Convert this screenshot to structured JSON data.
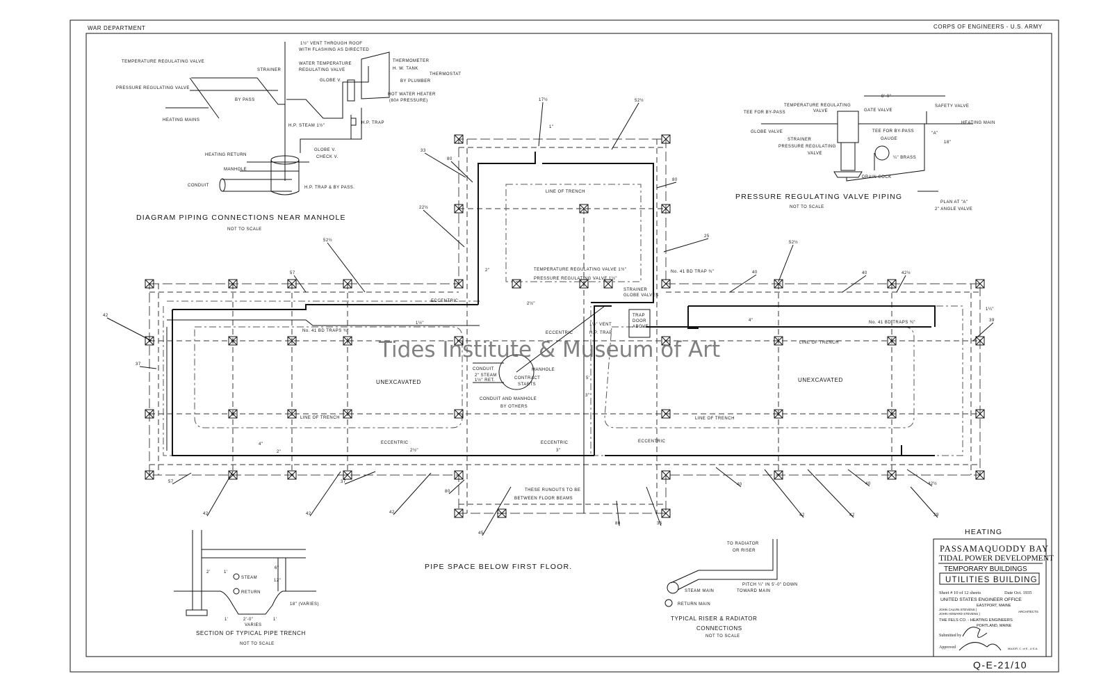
{
  "header": {
    "left": "WAR DEPARTMENT",
    "right": "CORPS OF ENGINEERS - U.S. ARMY"
  },
  "watermark": "Tides Institute & Museum of Art",
  "manhole_diagram": {
    "title": "DIAGRAM PIPING CONNECTIONS NEAR MANHOLE",
    "subtitle": "NOT TO SCALE",
    "labels": [
      "TEMPERATURE REGULATING VALVE",
      "PRESSURE REGULATING VALVE",
      "STRAINER",
      "BY PASS",
      "HEATING MAINS",
      "1½\" VENT THROUGH ROOF",
      "WITH FLASHING AS DIRECTED",
      "WATER TEMPERATURE",
      "REGULATING VALVE",
      "GLOBE V.",
      "THERMOMETER",
      "H. W. TANK",
      "THERMOSTAT",
      "BY PLUMBER",
      "HOT WATER HEATER",
      "(80# PRESSURE)",
      "H.P. STEAM 1½\"",
      "H.P. TRAP",
      "HEATING RETURN",
      "GLOBE V.",
      "CHECK V.",
      "MANHOLE",
      "CONDUIT",
      "H.P. TRAP & BY PASS."
    ]
  },
  "prv_piping": {
    "title": "PRESSURE REGULATING VALVE PIPING",
    "subtitle": "NOT TO SCALE",
    "labels": [
      "TEE FOR BY-PASS",
      "TEMPERATURE REGULATING",
      "VALVE",
      "GATE VALVE",
      "SAFETY VALVE",
      "HEATING MAIN",
      "GLOBE VALVE",
      "STRAINER",
      "PRESSURE REGULATING",
      "VALVE",
      "TEE FOR BY-PASS",
      "GAUGE",
      "¼\" BRASS",
      "DRAIN COCK",
      "8'-0\"",
      "18\"",
      "PLAN AT \"A\"",
      "2\" ANGLE VALVE",
      "\"A\""
    ]
  },
  "plan": {
    "title": "PIPE SPACE BELOW FIRST FLOOR.",
    "unexcavated": "UNEXCAVATED",
    "line_of_trench": "LINE OF TRENCH",
    "eccentric": "ECCENTRIC",
    "conduit_note": [
      "CONDUIT AND MANHOLE",
      "BY OTHERS"
    ],
    "center_labels": [
      "TEMPERATURE REGULATING VALVE 1½\"",
      "PRESSURE REGULATING VALVE 1½\"",
      "STRAINER",
      "GLOBE VALVES",
      "TRAP",
      "DOOR",
      "ABOVE",
      "1½\" VENT",
      "H.P. TRAP",
      "CONDUIT",
      "2\" STEAM",
      "1½\" RET.",
      "MANHOLE",
      "CONTRACT",
      "STARTS",
      "THESE RUNOUTS TO BE",
      "BETWEEN FLOOR BEAMS",
      "No. 41 BD TRAPS ¾\"",
      "No. 41 BD TRAP ¾\"",
      "No. 41 BD TRAPS ¾\""
    ],
    "sizes": [
      "2\"",
      "2½\"",
      "3\"",
      "4\"",
      "5'",
      "1\"",
      "1½\"",
      "2\"",
      "2½\"",
      "3\"",
      "4\"",
      "1¼\""
    ],
    "callouts": [
      "57",
      "52½",
      "42",
      "37",
      "80",
      "33",
      "22½",
      "17½",
      "52½",
      "25",
      "80",
      "52½",
      "40",
      "40",
      "42½",
      "39",
      "57",
      "42",
      "42",
      "37",
      "42",
      "80",
      "45",
      "80",
      "35",
      "40",
      "42",
      "42",
      "40",
      "42½",
      "39"
    ]
  },
  "trench_section": {
    "title": "SECTION OF TYPICAL PIPE TRENCH",
    "subtitle": "NOT TO SCALE",
    "labels": [
      "STEAM",
      "RETURN",
      "2'",
      "1'",
      "6\"",
      "12\"",
      "18\" (VARIES)",
      "1'",
      "2'-0\"",
      "1'",
      "VARIES"
    ]
  },
  "riser": {
    "title": [
      "TYPICAL RISER & RADIATOR",
      "CONNECTIONS"
    ],
    "subtitle": "NOT TO SCALE",
    "labels": [
      "TO RADIATOR",
      "OR RISER",
      "PITCH ¼\" IN 5'-0\" DOWN",
      "TOWARD MAIN",
      "STEAM MAIN",
      "RETURN MAIN"
    ]
  },
  "title_block": {
    "heading": "HEATING",
    "project": [
      "PASSAMAQUODDY BAY",
      "TIDAL POWER DEVELOPMENT"
    ],
    "subproject": "TEMPORARY BUILDINGS",
    "building": "UTILITIES BUILDING",
    "sheet": "Sheet # 10 of 12 sheets",
    "date": "Date Oct. 1935",
    "office": "UNITED STATES ENGINEER OFFICE",
    "office_location": "EASTPORT, MAINE",
    "architects": [
      "JOHN CALVIN STEVENS }",
      "JOHN HOWARD STEVENS }",
      "ARCHITECTS"
    ],
    "engineers": "THE FELS CO. - HEATING ENGINEERS",
    "engineers_location": "PORTLAND, MAINE",
    "submitted": "Submitted by",
    "approved": "Approved",
    "approver_title": "MAJOR, C. of E., U.S.A."
  },
  "drawing_number": "Q-E-21/10"
}
